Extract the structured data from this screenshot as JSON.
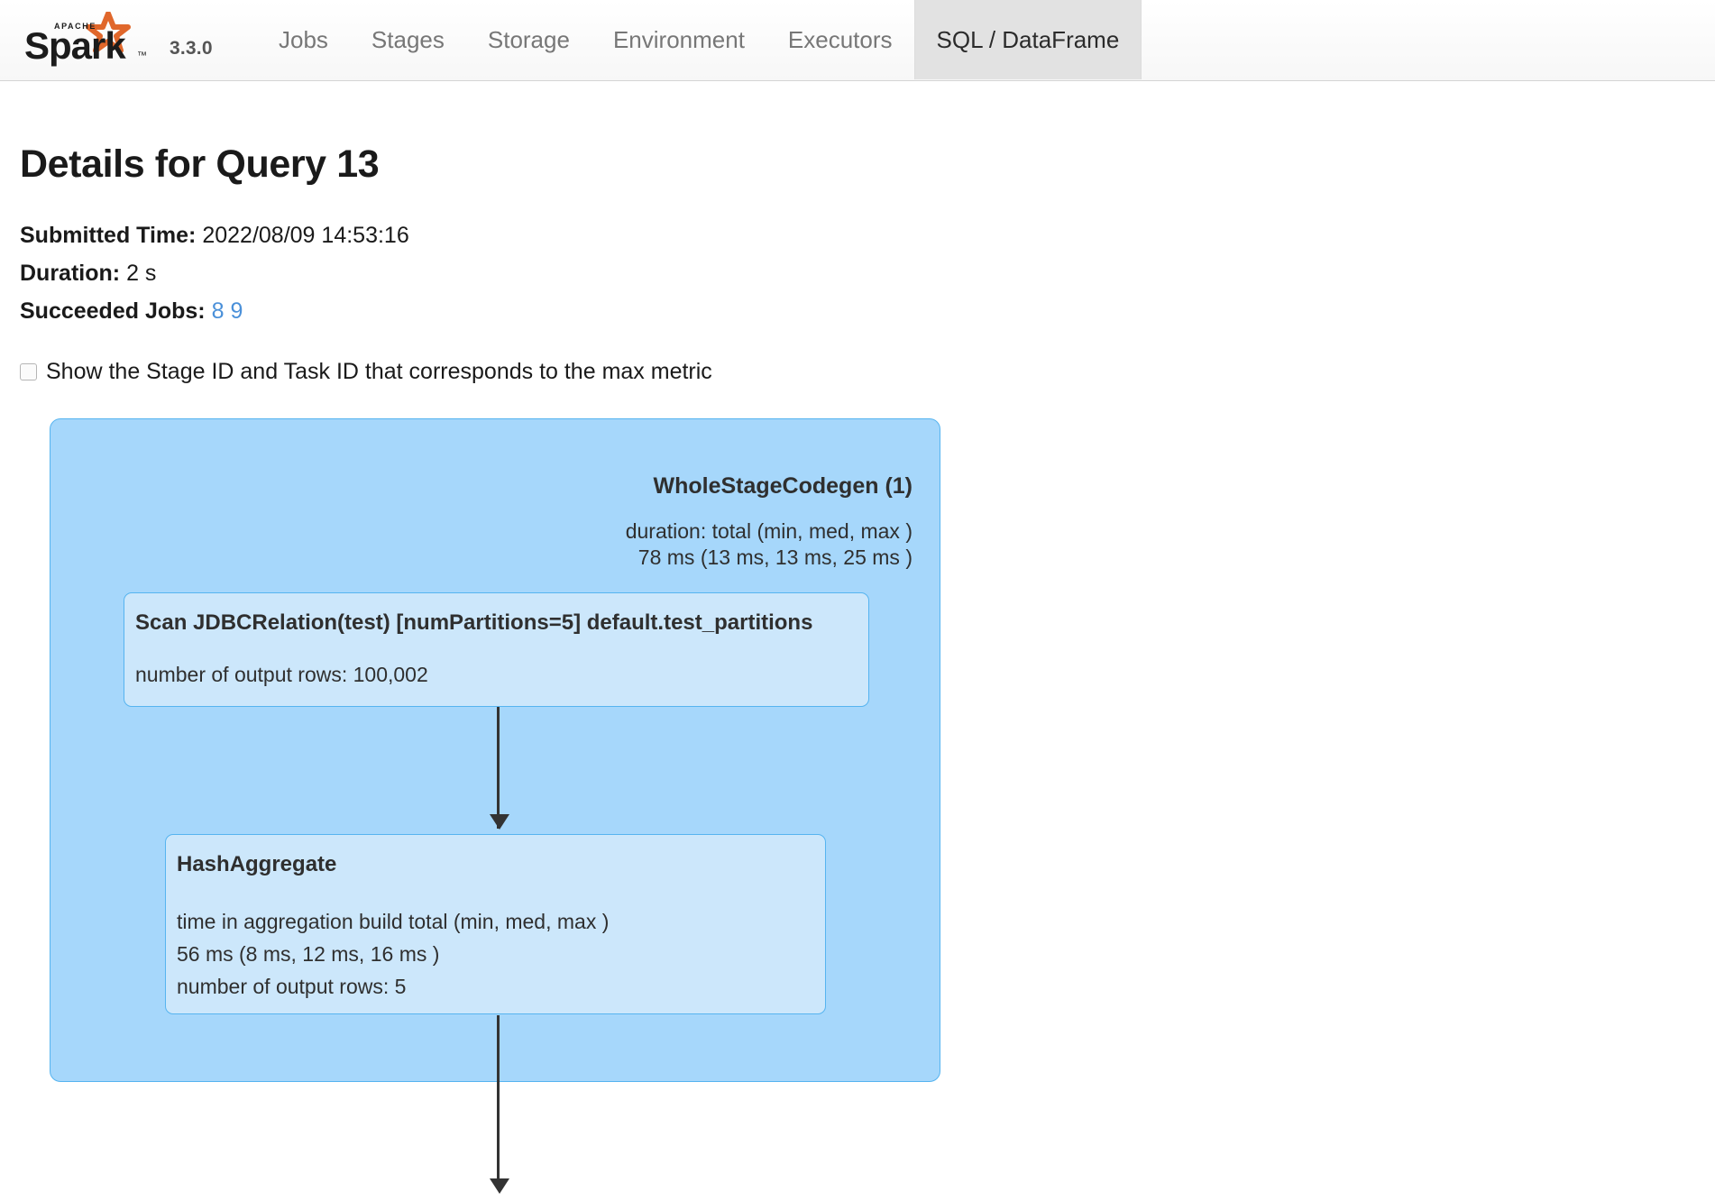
{
  "navbar": {
    "brand": {
      "logo_icon": "apache-spark-logo",
      "logo_text": "Spark",
      "logo_supertext": "APACHE",
      "version": "3.3.0"
    },
    "tabs": [
      {
        "label": "Jobs",
        "active": false
      },
      {
        "label": "Stages",
        "active": false
      },
      {
        "label": "Storage",
        "active": false
      },
      {
        "label": "Environment",
        "active": false
      },
      {
        "label": "Executors",
        "active": false
      },
      {
        "label": "SQL / DataFrame",
        "active": true
      }
    ]
  },
  "page": {
    "title": "Details for Query 13",
    "meta": {
      "submitted_time_label": "Submitted Time:",
      "submitted_time_value": "2022/08/09 14:53:16",
      "duration_label": "Duration:",
      "duration_value": "2 s",
      "succeeded_jobs_label": "Succeeded Jobs:",
      "succeeded_jobs": [
        "8",
        "9"
      ]
    },
    "checkbox": {
      "label": "Show the Stage ID and Task ID that corresponds to the max metric",
      "checked": false
    }
  },
  "plan": {
    "stage": {
      "title": "WholeStageCodegen (1)",
      "metrics": "duration: total (min, med, max )\n78 ms (13 ms, 13 ms, 25 ms )"
    },
    "nodes": [
      {
        "id": "scan",
        "title": "Scan JDBCRelation(test) [numPartitions=5] default.test_partitions",
        "metrics": "number of output rows: 100,002"
      },
      {
        "id": "hashaggregate",
        "title": "HashAggregate",
        "metrics": "time in aggregation build total (min, med, max )\n56 ms (8 ms, 12 ms, 16 ms )\nnumber of output rows: 5"
      }
    ]
  },
  "colors": {
    "stage_fill": "#a6d7fb",
    "node_fill": "#cce7fb",
    "node_border": "#56b4f0",
    "link_blue": "#4a90d9",
    "active_tab_bg": "#e2e2e2",
    "edge": "#333333"
  }
}
